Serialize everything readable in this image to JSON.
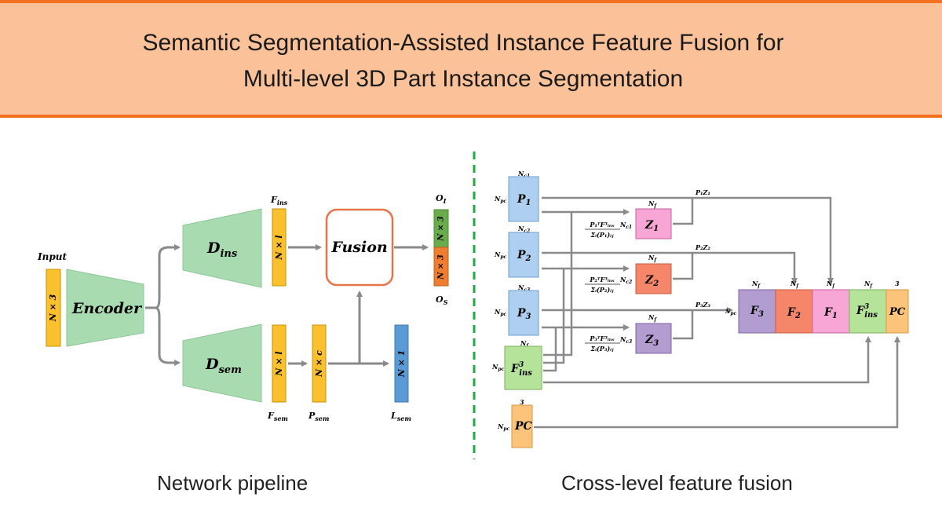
{
  "header": {
    "title_line_1": "Semantic Segmentation-Assisted Instance Feature Fusion for",
    "title_line_2": "Multi-level 3D Part Instance Segmentation"
  },
  "captions": {
    "left": "Network pipeline",
    "right": "Cross-level feature fusion"
  },
  "pipeline": {
    "input_label": "Input",
    "input_dim": "N × 3",
    "encoder": "Encoder",
    "d_ins": "D",
    "d_ins_sub": "ins",
    "d_sem": "D",
    "d_sem_sub": "sem",
    "f_ins": "F",
    "f_ins_sub": "ins",
    "f_ins_dim": "N × l",
    "f_sem": "F",
    "f_sem_sub": "sem",
    "f_sem_dim": "N × l",
    "p_sem": "P",
    "p_sem_sub": "sem",
    "p_sem_dim": "N × c",
    "l_sem": "L",
    "l_sem_sub": "sem",
    "l_sem_dim": "N × 1",
    "fusion": "Fusion",
    "o_i": "O",
    "o_i_sub": "I",
    "o_i_dim": "N × 3",
    "o_s": "O",
    "o_s_sub": "S",
    "o_s_dim": "N × 3"
  },
  "fusion": {
    "p1": "P",
    "p1_sub": "1",
    "p1_top": "N",
    "p1_top_sub": "c1",
    "p2": "P",
    "p2_sub": "2",
    "p2_top": "N",
    "p2_top_sub": "c2",
    "p3": "P",
    "p3_sub": "3",
    "p3_top": "N",
    "p3_top_sub": "c3",
    "fins": "F",
    "fins_sup": "3",
    "fins_sub": "ins",
    "fins_top": "N",
    "fins_top_sub": "f",
    "pc": "PC",
    "pc_top": "3",
    "npc": "N",
    "npc_sub": "pc",
    "z1": "Z",
    "z1_sub": "1",
    "z2": "Z",
    "z2_sub": "2",
    "z3": "Z",
    "z3_sub": "3",
    "z_top": "N",
    "z_top_sub": "f",
    "z1_left": "N",
    "z1_left_sub": "c1",
    "z2_left": "N",
    "z2_left_sub": "c2",
    "z3_left": "N",
    "z3_left_sub": "c3",
    "formula1_num": "P₁ᵀF³ᵢₙₛ",
    "formula1_den": "Σᵢ(P₁)ᵢⱼ",
    "formula2_num": "P₂ᵀF³ᵢₙₛ",
    "formula2_den": "Σᵢ(P₂)ᵢⱼ",
    "formula3_num": "P₃ᵀF³ᵢₙₛ",
    "formula3_den": "Σᵢ(P₃)ᵢⱼ",
    "p1z1": "P₁Z₁",
    "p2z2": "P₂Z₂",
    "p3z3": "P₃Z₃",
    "concat": {
      "f3": "F",
      "f3_sub": "3",
      "f2": "F",
      "f2_sub": "2",
      "f1": "F",
      "f1_sub": "1",
      "fins": "F",
      "fins_sup": "3",
      "fins_sub": "ins",
      "pc": "PC",
      "nf": "N",
      "nf_sub": "f",
      "pc_dim": "3"
    }
  },
  "colors": {
    "header_bg": "#fbc29a",
    "header_border": "#f2701f",
    "yellow": "#fbc02d",
    "green_trap": "#a8dcb0",
    "fusion_border": "#e8744a",
    "blue_box": "#aecff0",
    "pink": "#f7a6d6",
    "salmon": "#f5866a",
    "purple": "#b39ccf",
    "green_box": "#b6e39a",
    "orange_box": "#fbc47a",
    "gray_arrow": "#8a8a8a",
    "dashed_green": "#22a845",
    "out_green": "#6aab4e",
    "out_orange": "#ed7d31",
    "lsem_blue": "#5b9bd5"
  }
}
